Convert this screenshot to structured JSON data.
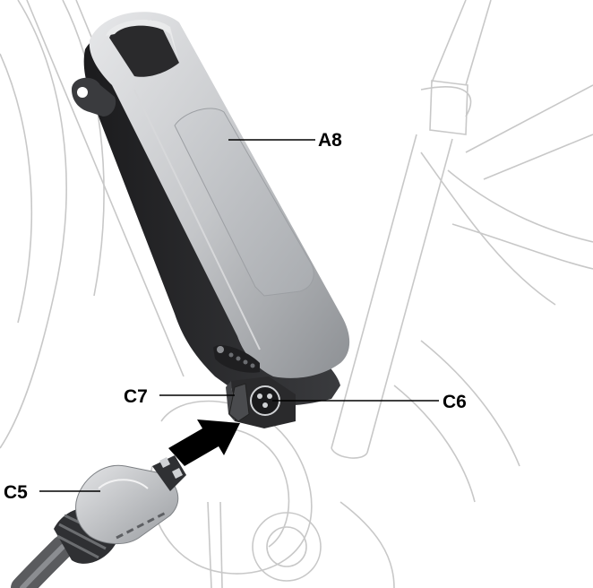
{
  "callouts": {
    "a8": "A8",
    "c7": "C7",
    "c6": "C6",
    "c5": "C5"
  },
  "colors": {
    "line_art": "#c8c8c8",
    "battery_dark": "#2a2a2c",
    "battery_silver": "#b9bbbe",
    "arrow": "#000000"
  }
}
